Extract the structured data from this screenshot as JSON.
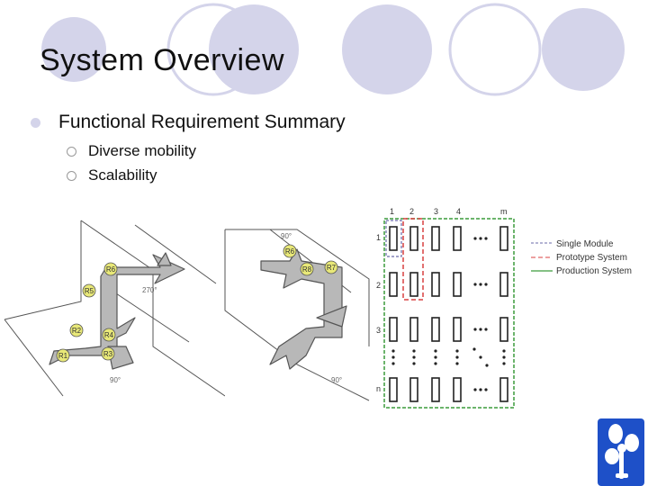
{
  "slide": {
    "title": "System Overview",
    "bullet": "Functional Requirement Summary",
    "sub_bullets": [
      "Diverse mobility",
      "Scalability"
    ]
  },
  "figure_left": {
    "robots": [
      "R1",
      "R2",
      "R3",
      "R4",
      "R5",
      "R6"
    ],
    "angles": [
      "270°",
      "90°"
    ]
  },
  "figure_middle": {
    "robots": [
      "R6",
      "R7",
      "R8"
    ],
    "angles": [
      "90°",
      "90°"
    ]
  },
  "grid": {
    "col_labels": [
      "1",
      "2",
      "3",
      "4",
      "m"
    ],
    "row_labels": [
      "1",
      "2",
      "3",
      "n"
    ]
  },
  "legend": {
    "items": [
      "Single Module",
      "Prototype System",
      "Production System"
    ]
  },
  "colors": {
    "circle": "#d4d4ea",
    "single": "#6a6aaa",
    "prototype": "#d84040",
    "production": "#3c9c3c",
    "logo": "#1e50c8"
  },
  "icons": [
    "bullet-dot-icon",
    "sub-bullet-ring-icon",
    "logo-icon"
  ]
}
